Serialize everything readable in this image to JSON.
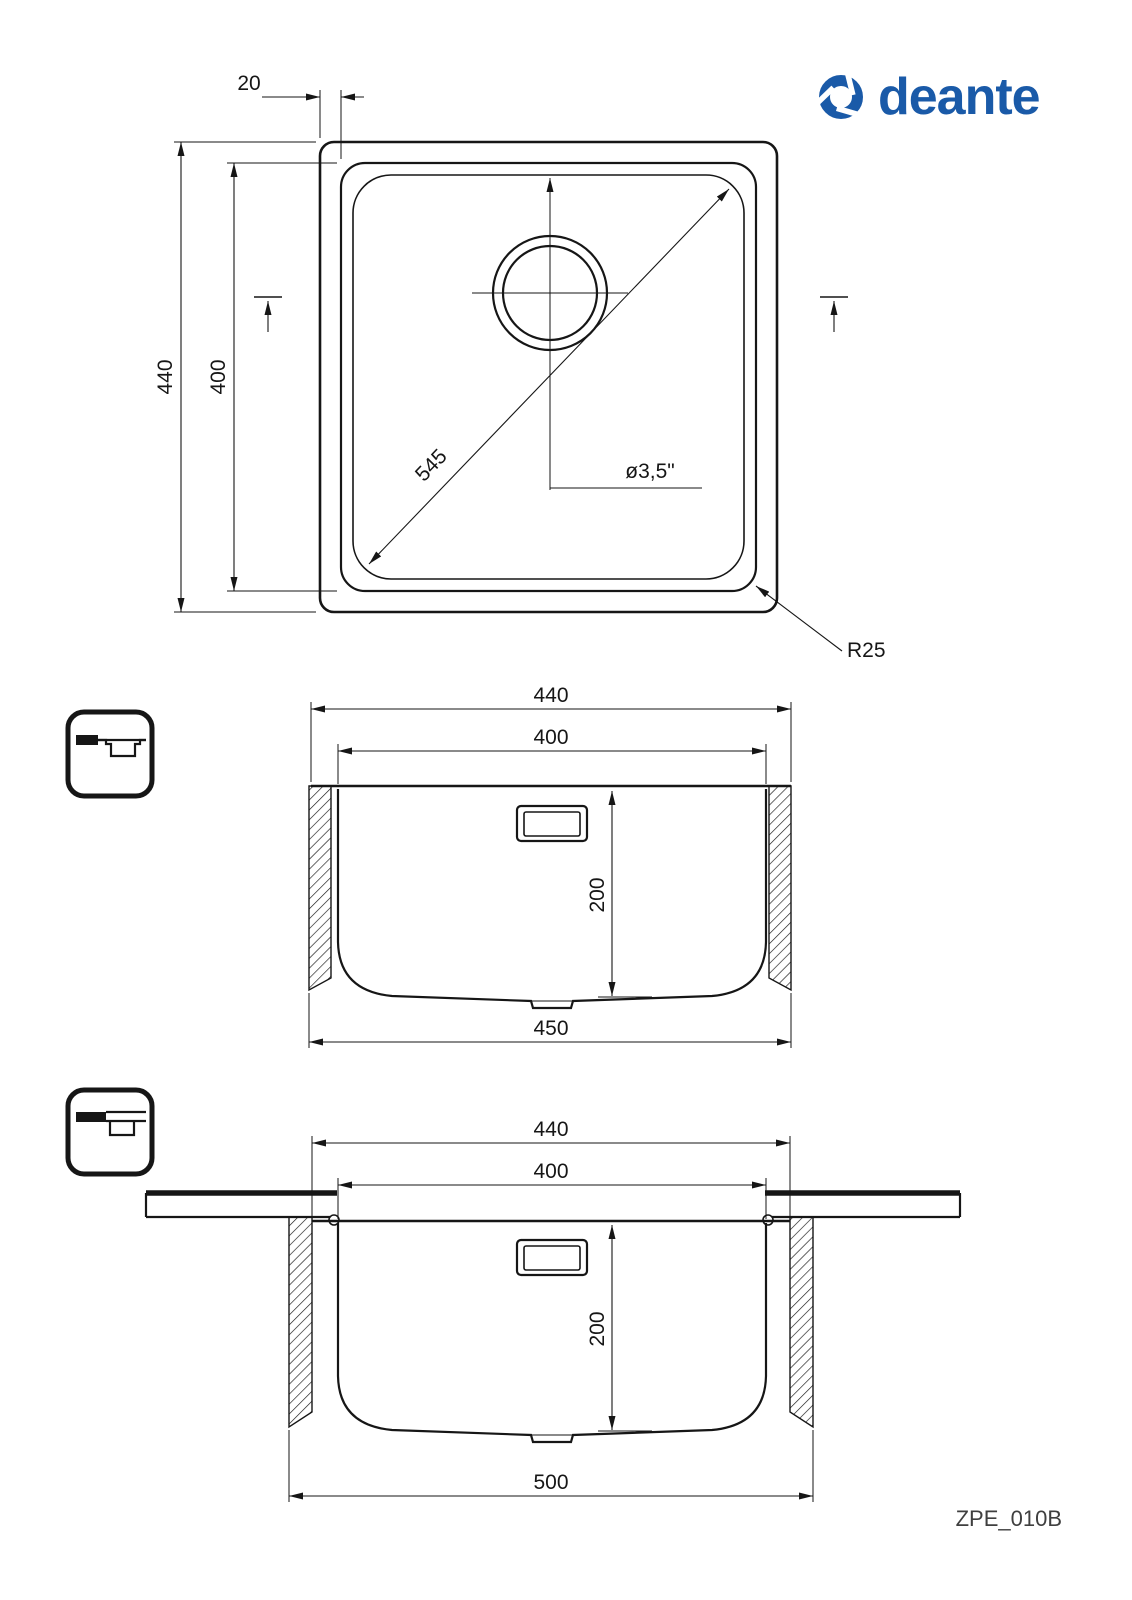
{
  "brand": {
    "name": "deante",
    "color": "#1a5aa8",
    "logo_icon": "deante-swirl-icon"
  },
  "drawing": {
    "model_code": "ZPE_010B",
    "top_view": {
      "rim_offset": "20",
      "outer_size": "440",
      "bowl_size": "400",
      "diagonal": "545",
      "drain_diameter": "ø3,5\"",
      "corner_radius": "R25"
    },
    "section_flush": {
      "outer_width": "440",
      "bowl_width": "400",
      "depth": "200",
      "base_width": "450"
    },
    "section_undermount": {
      "outer_width": "440",
      "bowl_width": "400",
      "depth": "200",
      "cutout_width": "500"
    }
  }
}
